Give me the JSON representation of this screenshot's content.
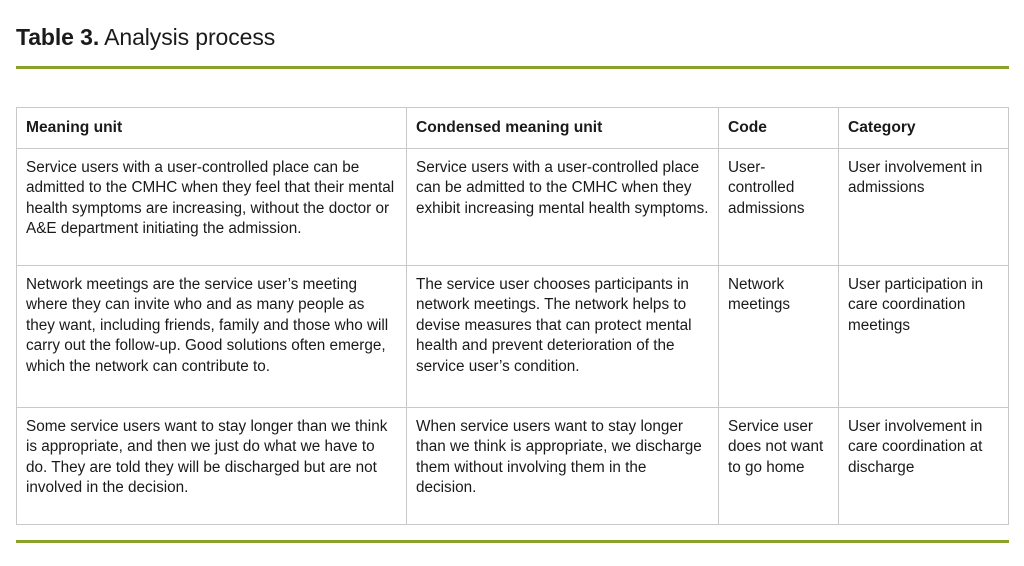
{
  "slide": {
    "title_label": "Table 3.",
    "title_rest": " Analysis process",
    "accent_color": "#8aa22a",
    "border_color": "#c9c9c9",
    "text_color": "#1a1a1a",
    "background_color": "#ffffff"
  },
  "table": {
    "headers": [
      "Meaning unit",
      "Condensed meaning unit",
      "Code",
      "Category"
    ],
    "rows": [
      {
        "meaning_unit": "Service users with a user-controlled place can be admitted to the CMHC when they feel that their mental health symptoms are increasing, without the doctor or A&E department initiating the admission.",
        "condensed_meaning_unit": "Service users with a user-controlled place can be admitted to the CMHC when they exhibit increasing mental health symptoms.",
        "code": "User-controlled admissions",
        "category": "User involvement in admissions"
      },
      {
        "meaning_unit": "Network meetings are the service user’s meeting where they can invite who and as many people as they want, including friends, family and those who will carry out the follow-up. Good solutions often emerge, which the network can contribute to.",
        "condensed_meaning_unit": "The service user chooses participants in network meetings. The network helps to devise measures that can protect mental health and prevent deterioration of the service user’s condition.",
        "code": "Network meetings",
        "category": "User participation in care coordination meetings"
      },
      {
        "meaning_unit": "Some service users want to stay longer than we think is appropriate, and then we just do what we have to do. They are told they will be discharged but are not involved in the decision.",
        "condensed_meaning_unit": "When service users want to stay longer than we think is appropriate, we discharge them without involving them in the decision.",
        "code": "Service user does not want to go home",
        "category": "User involvement in care coordination at discharge"
      }
    ]
  }
}
